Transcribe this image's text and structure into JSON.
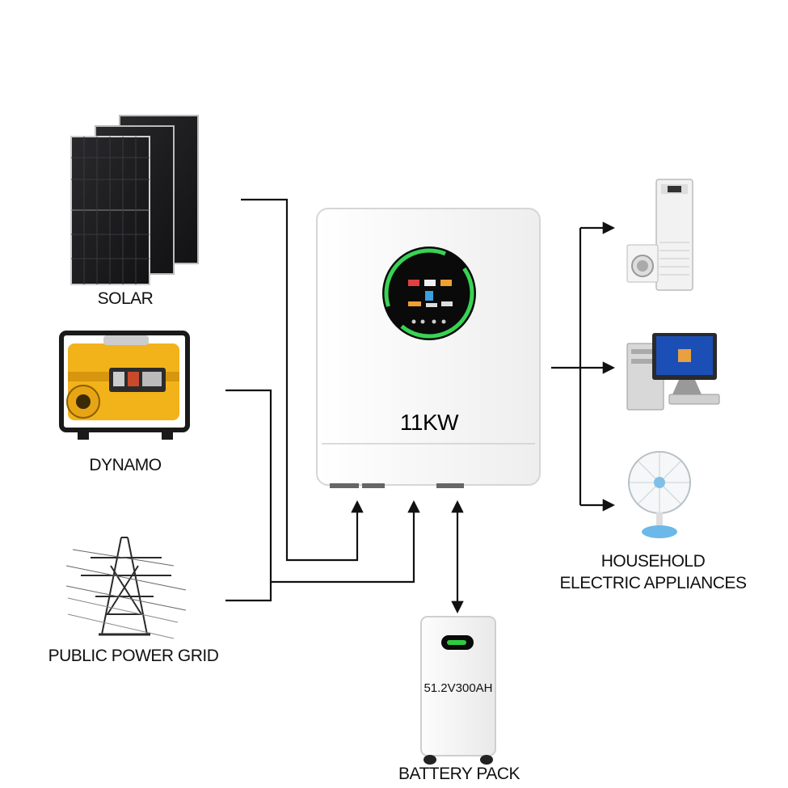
{
  "sources": {
    "solar": "SOLAR",
    "dynamo": "DYNAMO",
    "grid": "PUBLIC POWER GRID"
  },
  "inverter": {
    "rating": "11KW"
  },
  "battery": {
    "spec": "51.2V300AH",
    "label": "BATTERY PACK"
  },
  "loads": {
    "label_line1": "HOUSEHOLD",
    "label_line2": "ELECTRIC APPLIANCES"
  },
  "colors": {
    "wire": "#111111",
    "inverter_body": "#f8f8f8",
    "display_ring": "#39d353",
    "panel": "#1b1b1d",
    "generator": "#f2b21a"
  }
}
